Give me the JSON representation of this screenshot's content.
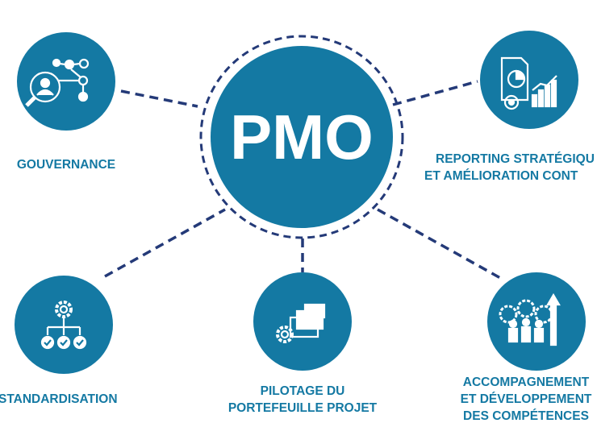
{
  "center": {
    "label": "PMO"
  },
  "nodes": [
    {
      "id": "gouvernance",
      "label_lines": [
        "GOUVERNANCE"
      ],
      "icon": "people-network-magnifier-icon"
    },
    {
      "id": "reporting",
      "label_lines": [
        "REPORTING STRATÉGIQU",
        "ET AMÉLIORATION CONT"
      ],
      "icon": "report-chart-gear-icon"
    },
    {
      "id": "standardisation",
      "label_lines": [
        "STANDARDISATION"
      ],
      "icon": "gear-hierarchy-checks-icon"
    },
    {
      "id": "pilotage",
      "label_lines": [
        "PILOTAGE DU",
        "PORTEFEUILLE PROJET"
      ],
      "icon": "briefcases-gear-icon"
    },
    {
      "id": "accompagnement",
      "label_lines": [
        "ACCOMPAGNEMENT",
        "ET DÉVELOPPEMENT",
        "DES COMPÉTENCES"
      ],
      "icon": "team-gears-growth-icon"
    }
  ],
  "colors": {
    "primary": "#1479a3",
    "connector": "#243a78",
    "icon": "#ffffff"
  }
}
